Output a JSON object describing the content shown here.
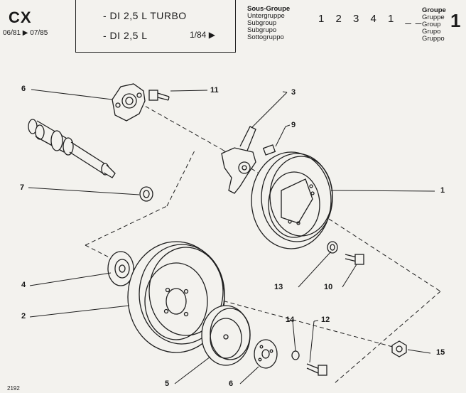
{
  "header": {
    "model": "CX",
    "period": "06/81 ▶ 07/85",
    "engine_line1": "- DI 2,5 L TURBO",
    "engine_line2": "- DI 2,5 L",
    "date": "1/84 ▶",
    "subgroup_labels": [
      "Sous-Groupe",
      "Untergruppe",
      "Subgroup",
      "Subgrupo",
      "Sottogruppo"
    ],
    "subgroup_code": "1 2 3 4 1 __",
    "group_labels": [
      "Groupe",
      "Gruppe",
      "Group",
      "Grupo",
      "Gruppo"
    ],
    "group_number": "1"
  },
  "callouts": {
    "c1": "1",
    "c2": "2",
    "c3": "3",
    "c4": "4",
    "c5": "5",
    "c6": "6",
    "c6b": "6",
    "c7": "7",
    "c9": "9",
    "c10": "10",
    "c11": "11",
    "c12": "12",
    "c13": "13",
    "c14": "14",
    "c15": "15"
  },
  "footer": {
    "reference": "2192"
  }
}
